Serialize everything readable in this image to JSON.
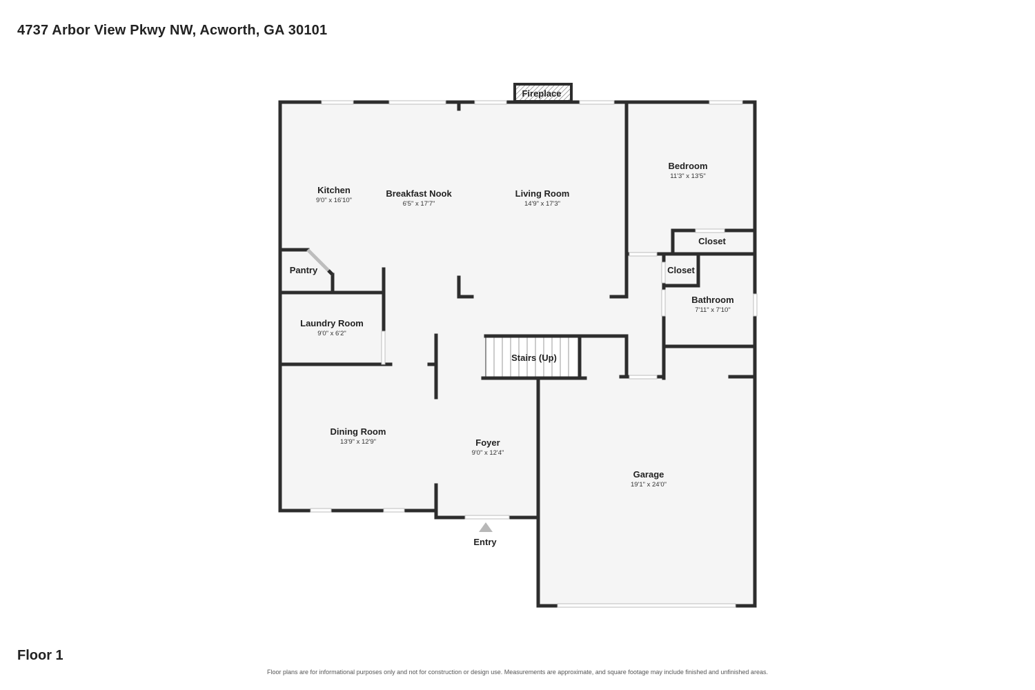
{
  "header": {
    "address": "4737 Arbor View Pkwy NW, Acworth, GA 30101"
  },
  "floor_label": "Floor 1",
  "disclaimer": "Floor plans are for informational purposes only and not for construction or design use. Measurements are approximate, and square footage may include finished and unfinished areas.",
  "rooms": {
    "kitchen": {
      "name": "Kitchen",
      "dims": "9'0\" x 16'10\""
    },
    "breakfast_nook": {
      "name": "Breakfast Nook",
      "dims": "6'5\" x 17'7\""
    },
    "living_room": {
      "name": "Living Room",
      "dims": "14'9\" x 17'3\""
    },
    "bedroom": {
      "name": "Bedroom",
      "dims": "11'3\" x 13'5\""
    },
    "closet_upper": {
      "name": "Closet"
    },
    "closet_lower": {
      "name": "Closet"
    },
    "pantry": {
      "name": "Pantry"
    },
    "bathroom": {
      "name": "Bathroom",
      "dims": "7'11\" x 7'10\""
    },
    "laundry_room": {
      "name": "Laundry Room",
      "dims": "9'0\" x 6'2\""
    },
    "stairs": {
      "name": "Stairs (Up)"
    },
    "dining_room": {
      "name": "Dining Room",
      "dims": "13'9\" x 12'9\""
    },
    "foyer": {
      "name": "Foyer",
      "dims": "9'0\" x 12'4\""
    },
    "garage": {
      "name": "Garage",
      "dims": "19'1\" x 24'0\""
    }
  },
  "labels": {
    "fireplace": "Fireplace",
    "entry": "Entry"
  },
  "colors": {
    "wall": "#2d2d2d",
    "floor_fill": "#f5f5f5",
    "window": "#cfcfcf"
  }
}
